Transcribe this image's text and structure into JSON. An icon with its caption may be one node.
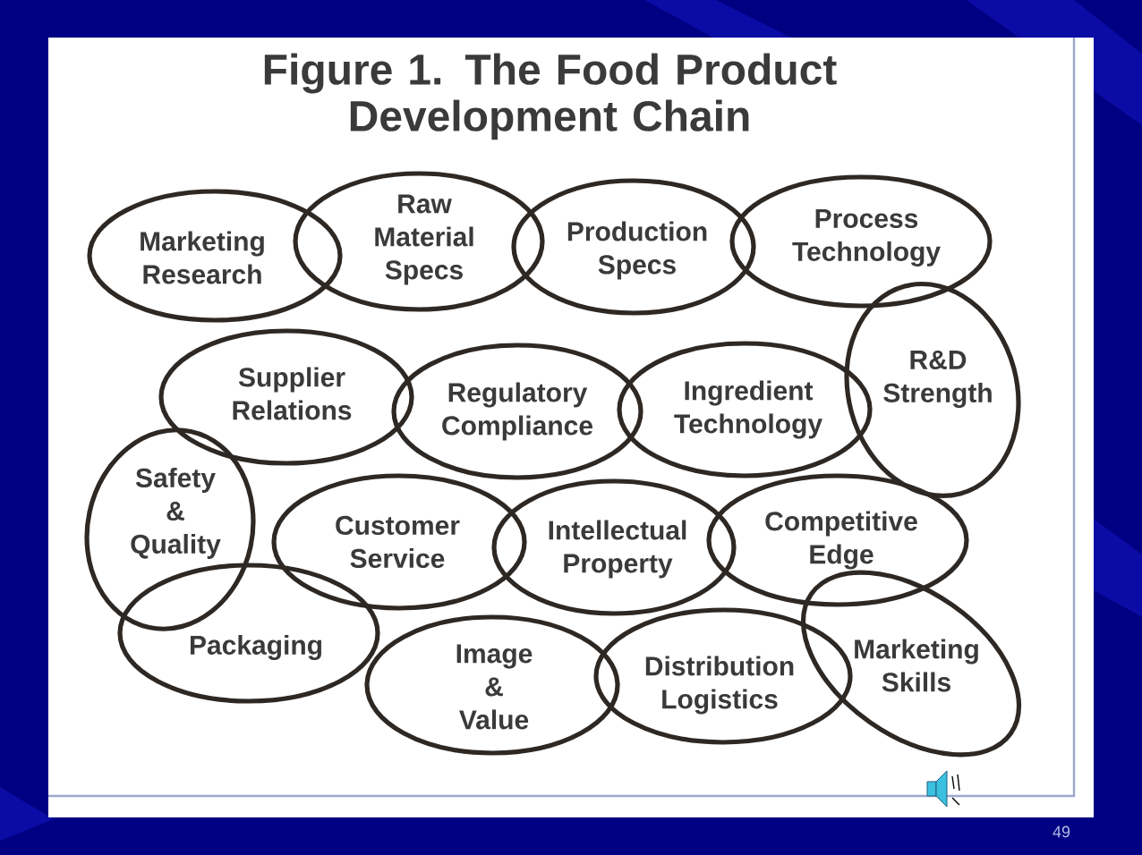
{
  "diagram": {
    "title": "Figure 1. The Food Product Development Chain",
    "nodes": [
      {
        "text": [
          "Marketing Research"
        ]
      },
      {
        "text": [
          "Raw Material Specs"
        ]
      },
      {
        "text": [
          "Production Specs"
        ]
      },
      {
        "text": [
          "Process Technology"
        ]
      },
      {
        "text": [
          "Supplier Relations"
        ]
      },
      {
        "text": [
          "Regulatory Compliance"
        ]
      },
      {
        "text": [
          "Ingredient Technology"
        ]
      },
      {
        "text": [
          "R&D Strength"
        ]
      },
      {
        "text": [
          "Safety & Quality"
        ]
      },
      {
        "text": [
          "Customer Service"
        ]
      },
      {
        "text": [
          "Intellectual Property"
        ]
      },
      {
        "text": [
          "Competitive Edge"
        ]
      },
      {
        "text": [
          "Packaging"
        ]
      },
      {
        "text": [
          "Image & Value"
        ]
      },
      {
        "text": [
          "Distribution Logistics"
        ]
      },
      {
        "text": [
          "Marketing Skills"
        ]
      }
    ],
    "labels": [
      "49"
    ]
  }
}
